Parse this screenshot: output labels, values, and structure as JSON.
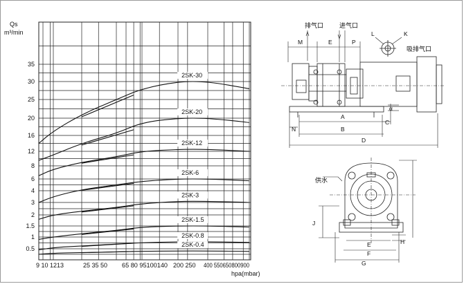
{
  "chart_data": {
    "type": "line",
    "ylabel_top": "Qs",
    "ylabel_unit": "m³/min",
    "xlabel": "hpa(mbar)",
    "y_ticks": [
      "35",
      "30",
      "25",
      "20",
      "16",
      "12",
      "8",
      "6",
      "4",
      "3",
      "2",
      "1.5",
      "1",
      "0.5"
    ],
    "x_ticks": [
      "9",
      "10",
      "12",
      "13",
      "25",
      "35",
      "50",
      "65",
      "80",
      "95",
      "100",
      "140",
      "200",
      "250",
      "400",
      "550",
      "650",
      "800",
      "900"
    ],
    "x_tick_text": "9 10 1213",
    "x_tick_text2": "25 35 50",
    "x_tick_text3": "65 80 95100140",
    "x_tick_text4": "200 250",
    "x_tick_text5": "400 550650800900",
    "series": [
      {
        "name": "2SK-30",
        "values": [
          [
            9,
            14
          ],
          [
            13,
            17
          ],
          [
            25,
            21
          ],
          [
            50,
            25
          ],
          [
            100,
            28
          ],
          [
            200,
            30
          ],
          [
            400,
            30
          ],
          [
            900,
            28
          ]
        ]
      },
      {
        "name": "2SK-20",
        "values": [
          [
            9,
            9.5
          ],
          [
            13,
            11
          ],
          [
            25,
            14
          ],
          [
            50,
            16.5
          ],
          [
            100,
            19
          ],
          [
            200,
            20
          ],
          [
            400,
            20
          ],
          [
            900,
            19
          ]
        ]
      },
      {
        "name": "2SK-12",
        "values": [
          [
            9,
            6.5
          ],
          [
            13,
            7.5
          ],
          [
            25,
            9
          ],
          [
            50,
            10.5
          ],
          [
            100,
            12
          ],
          [
            200,
            12.5
          ],
          [
            400,
            12.5
          ],
          [
            900,
            12
          ]
        ]
      },
      {
        "name": "2SK-6",
        "values": [
          [
            9,
            3
          ],
          [
            13,
            3.5
          ],
          [
            25,
            4.2
          ],
          [
            50,
            5
          ],
          [
            100,
            5.6
          ],
          [
            200,
            6
          ],
          [
            400,
            6
          ],
          [
            900,
            5.7
          ]
        ]
      },
      {
        "name": "2SK-3",
        "values": [
          [
            9,
            1.8
          ],
          [
            13,
            2
          ],
          [
            25,
            2.3
          ],
          [
            50,
            2.6
          ],
          [
            100,
            2.9
          ],
          [
            200,
            3.1
          ],
          [
            400,
            3.1
          ],
          [
            900,
            3
          ]
        ]
      },
      {
        "name": "2SK-1.5",
        "values": [
          [
            9,
            0.9
          ],
          [
            13,
            1
          ],
          [
            25,
            1.15
          ],
          [
            50,
            1.3
          ],
          [
            100,
            1.45
          ],
          [
            200,
            1.5
          ],
          [
            400,
            1.5
          ],
          [
            900,
            1.45
          ]
        ]
      },
      {
        "name": "2SK-0.8",
        "values": [
          [
            9,
            0.45
          ],
          [
            13,
            0.55
          ],
          [
            25,
            0.62
          ],
          [
            50,
            0.7
          ],
          [
            100,
            0.76
          ],
          [
            200,
            0.8
          ],
          [
            400,
            0.8
          ],
          [
            900,
            0.77
          ]
        ]
      },
      {
        "name": "2SK-0.4",
        "values": [
          [
            9,
            0.25
          ],
          [
            13,
            0.3
          ],
          [
            25,
            0.33
          ],
          [
            50,
            0.36
          ],
          [
            100,
            0.39
          ],
          [
            200,
            0.4
          ],
          [
            400,
            0.4
          ],
          [
            900,
            0.38
          ]
        ]
      }
    ]
  },
  "drawing": {
    "top_labels": {
      "exhaust": "排气口",
      "intake": "进气口",
      "suction_exhaust": "吸排气口"
    },
    "letters_top": {
      "M": "M",
      "E": "E",
      "P": "P",
      "L": "L",
      "K": "K"
    },
    "letters_side": {
      "A": "A",
      "B": "B",
      "C": "C",
      "D": "D",
      "N": "N",
      "alpha": "α"
    },
    "water_supply": "供水",
    "letters_front": {
      "J": "J",
      "E": "E",
      "F": "F",
      "G": "G",
      "H": "H"
    }
  }
}
